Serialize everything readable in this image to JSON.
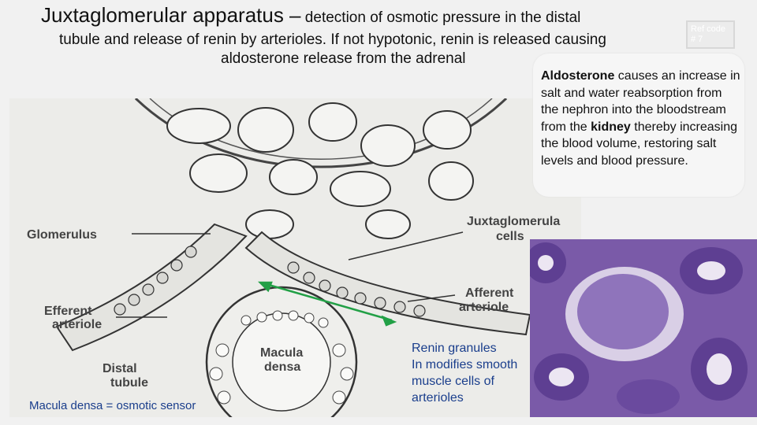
{
  "title": {
    "main": "Juxtaglomerular apparatus –",
    "rest_line1": " detection of osmotic pressure in the distal",
    "line2": "tubule and release of renin by arterioles. If not hypotonic, renin is released causing",
    "line3": "aldosterone release from the adrenal"
  },
  "ref_code": {
    "line1": "Ref code",
    "line2": "# 7"
  },
  "callout": {
    "p1_bold": "Aldosterone",
    "p1_text": " causes an increase in salt and water reabsorption from the nephron into the bloodstream from the ",
    "p2_bold": "kidney",
    "p2_text": " thereby increasing the blood volume, restoring salt levels and blood pressure."
  },
  "diagram_labels": {
    "glomerulus": "Glomerulus",
    "juxta_1": "Juxtaglomerula",
    "juxta_2": "cells",
    "efferent_1": "Efferent",
    "efferent_2": "arteriole",
    "afferent_1": "Afferent",
    "afferent_2": "arteriole",
    "macula_1": "Macula",
    "macula_2": "densa",
    "distal_1": "Distal",
    "distal_2": "tubule"
  },
  "captions": {
    "macula": "Macula densa = osmotic sensor",
    "renin": [
      "Renin granules",
      "In modifies smooth",
      "muscle cells of",
      "arterioles"
    ]
  },
  "colors": {
    "caption": "#1a3e8c",
    "arrow": "#22a046",
    "photo_purple": "#7a5aa8"
  }
}
